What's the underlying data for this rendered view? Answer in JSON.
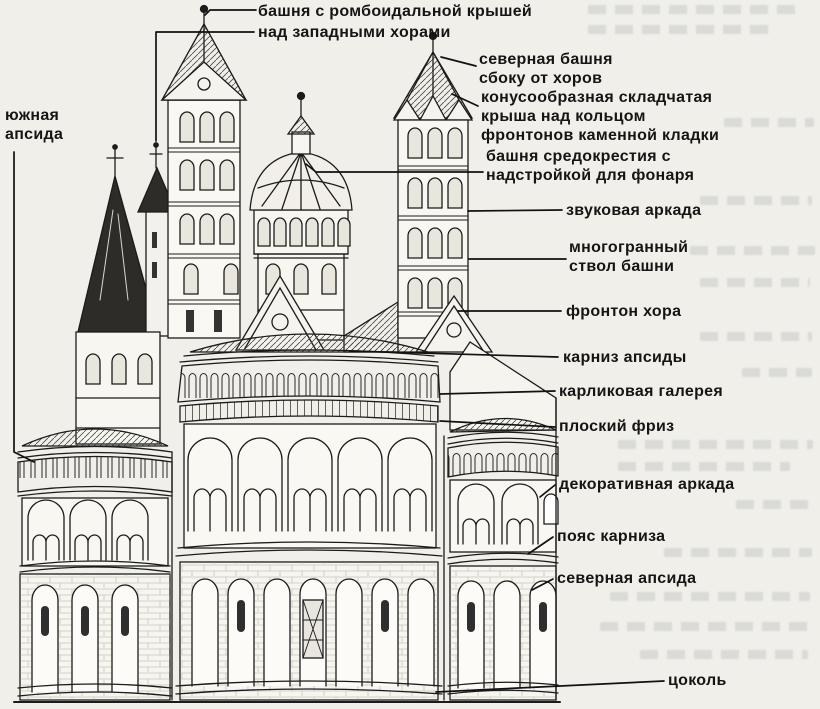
{
  "figure": {
    "kind": "labeled architectural diagram",
    "subject": "romanesque church east end with towers",
    "language": "ru"
  },
  "colors": {
    "ink": "#1b1b1b",
    "paper": "#f0efe9",
    "dark_roof": "#2e2c29"
  },
  "labels": [
    {
      "id": "west-tower-roof",
      "text": "башня с ромбоидальной крышей\nнад западными хорами"
    },
    {
      "id": "north-tower",
      "text": "северная башня\nсбоку от хоров"
    },
    {
      "id": "conical-roof",
      "text": "конусообразная складчатая\nкрыша над кольцом\nфронтонов каменной кладки"
    },
    {
      "id": "crossing-tower",
      "text": "башня средокрестия с\nнадстройкой для фонаря"
    },
    {
      "id": "sound-arcade",
      "text": "звуковая аркада"
    },
    {
      "id": "tower-shaft",
      "text": "многогранный\nствол башни"
    },
    {
      "id": "choir-gable",
      "text": "фронтон хора"
    },
    {
      "id": "apse-cornice",
      "text": "карниз апсиды"
    },
    {
      "id": "dwarf-gallery",
      "text": "карликовая галерея"
    },
    {
      "id": "flat-frieze",
      "text": "плоский фриз"
    },
    {
      "id": "decorative-arcade",
      "text": "декоративная аркада"
    },
    {
      "id": "cornice-belt",
      "text": "пояс карниза"
    },
    {
      "id": "north-apse",
      "text": "северная апсида"
    },
    {
      "id": "plinth",
      "text": "цоколь"
    },
    {
      "id": "south-apse",
      "text": "южная\nапсида"
    }
  ]
}
